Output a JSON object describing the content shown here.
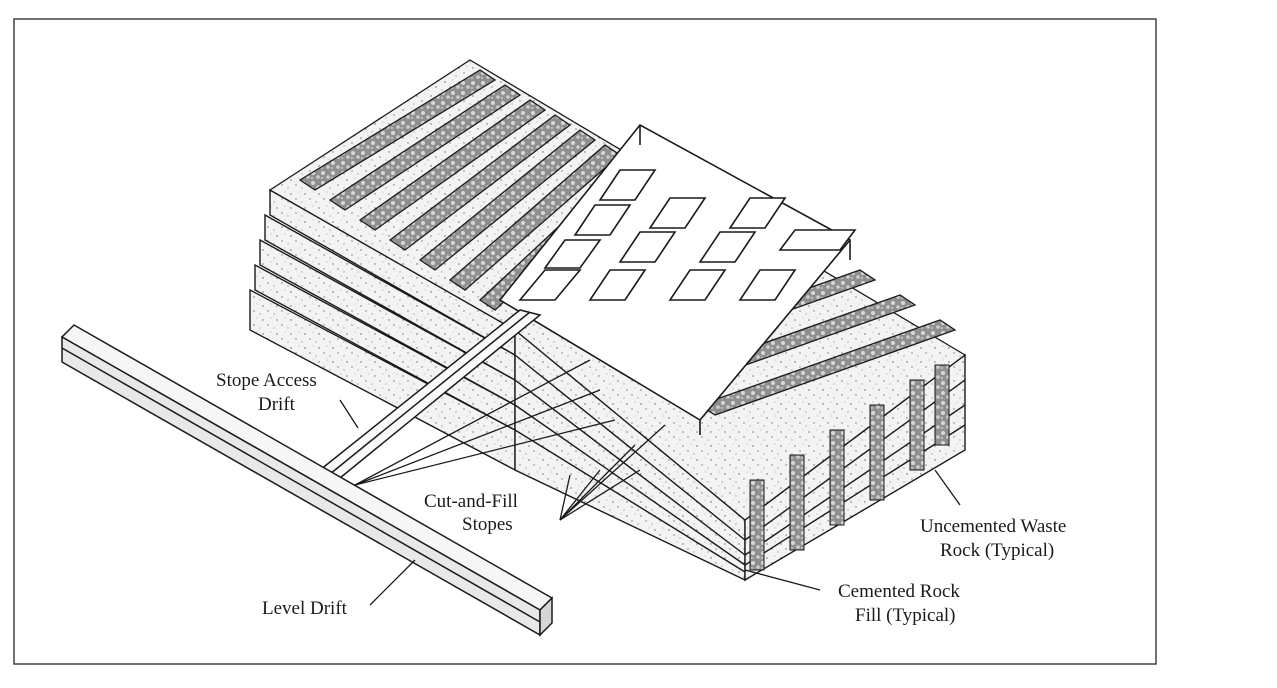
{
  "labels": {
    "stope_access_1": "Stope Access",
    "stope_access_2": "Drift",
    "cut_fill_1": "Cut-and-Fill",
    "cut_fill_2": "Stopes",
    "level_drift": "Level Drift",
    "uncemented_1": "Uncemented Waste",
    "uncemented_2": "Rock (Typical)",
    "cemented_1": "Cemented Rock",
    "cemented_2": "Fill (Typical)"
  },
  "colors": {
    "line": "#1a1a1a",
    "fill_light": "#f4f4f4",
    "fill_mid": "#e6e6e6",
    "fill_dark": "#cfcfcf",
    "waste_rock": "#9a9a9a",
    "frame": "#444444"
  }
}
